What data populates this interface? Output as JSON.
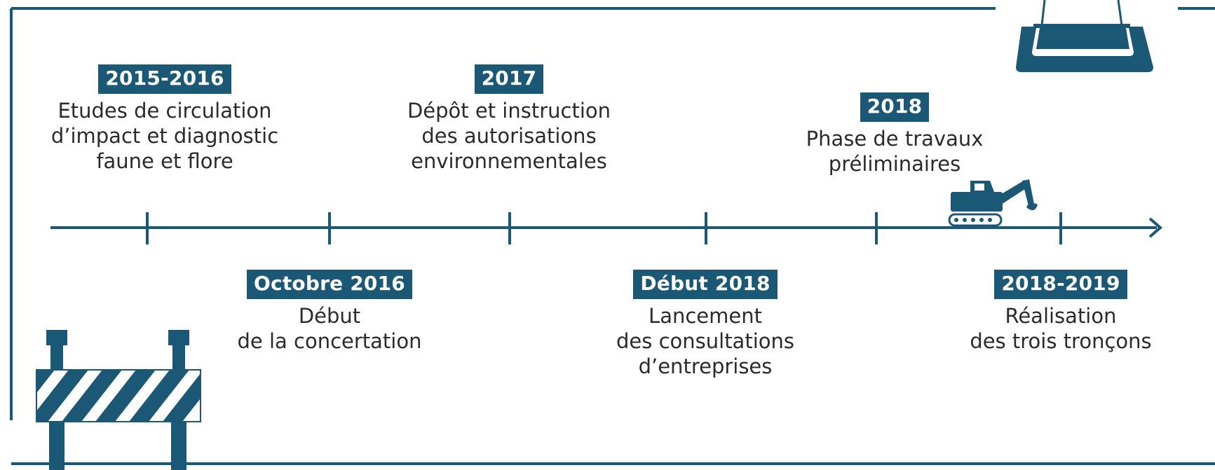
{
  "colors": {
    "accent": "#1a5876",
    "text": "#2b2b2b",
    "background": "#ffffff"
  },
  "icons": [
    "traffic-cone-icon",
    "excavator-icon",
    "road-barrier-icon",
    "timeline-arrow-icon"
  ],
  "milestones_top": [
    {
      "badge": "2015-2016",
      "lines": [
        "Etudes de circulation",
        "d’impact et diagnostic",
        "faune et flore"
      ]
    },
    {
      "badge": "2017",
      "lines": [
        "Dépôt et instruction",
        "des autorisations",
        "environnementales"
      ]
    },
    {
      "badge": "2018",
      "lines": [
        "Phase de travaux",
        "préliminaires"
      ]
    }
  ],
  "milestones_bottom": [
    {
      "badge": "Octobre 2016",
      "lines": [
        "Début",
        "de la concertation"
      ]
    },
    {
      "badge": "Début 2018",
      "lines": [
        "Lancement",
        "des consultations",
        "d’entreprises"
      ]
    },
    {
      "badge": "2018-2019",
      "lines": [
        "Réalisation",
        "des trois tronçons"
      ]
    }
  ]
}
